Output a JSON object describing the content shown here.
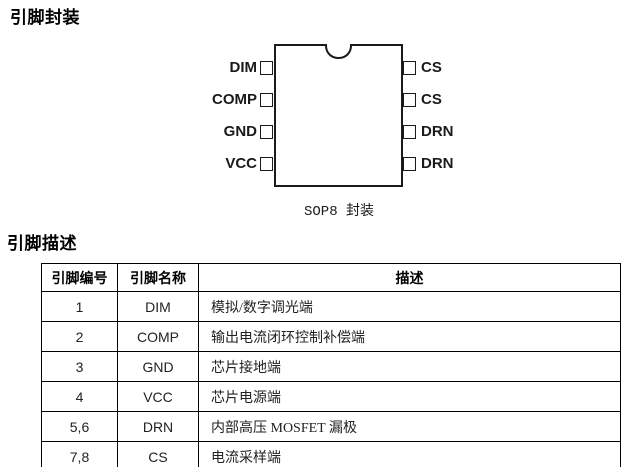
{
  "sections": {
    "package": {
      "title": "引脚封装"
    },
    "description": {
      "title": "引脚描述"
    }
  },
  "package_diagram": {
    "caption": "SOP8 封装",
    "left_pins": [
      "DIM",
      "COMP",
      "GND",
      "VCC"
    ],
    "right_pins": [
      "CS",
      "CS",
      "DRN",
      "DRN"
    ]
  },
  "pin_table": {
    "headers": [
      "引脚编号",
      "引脚名称",
      "描述"
    ],
    "rows": [
      {
        "number": "1",
        "name": "DIM",
        "description": "模拟/数字调光端"
      },
      {
        "number": "2",
        "name": "COMP",
        "description": "输出电流闭环控制补偿端"
      },
      {
        "number": "3",
        "name": "GND",
        "description": "芯片接地端"
      },
      {
        "number": "4",
        "name": "VCC",
        "description": "芯片电源端"
      },
      {
        "number": "5,6",
        "name": "DRN",
        "description": "内部高压 MOSFET 漏极"
      },
      {
        "number": "7,8",
        "name": "CS",
        "description": "电流采样端"
      }
    ]
  }
}
